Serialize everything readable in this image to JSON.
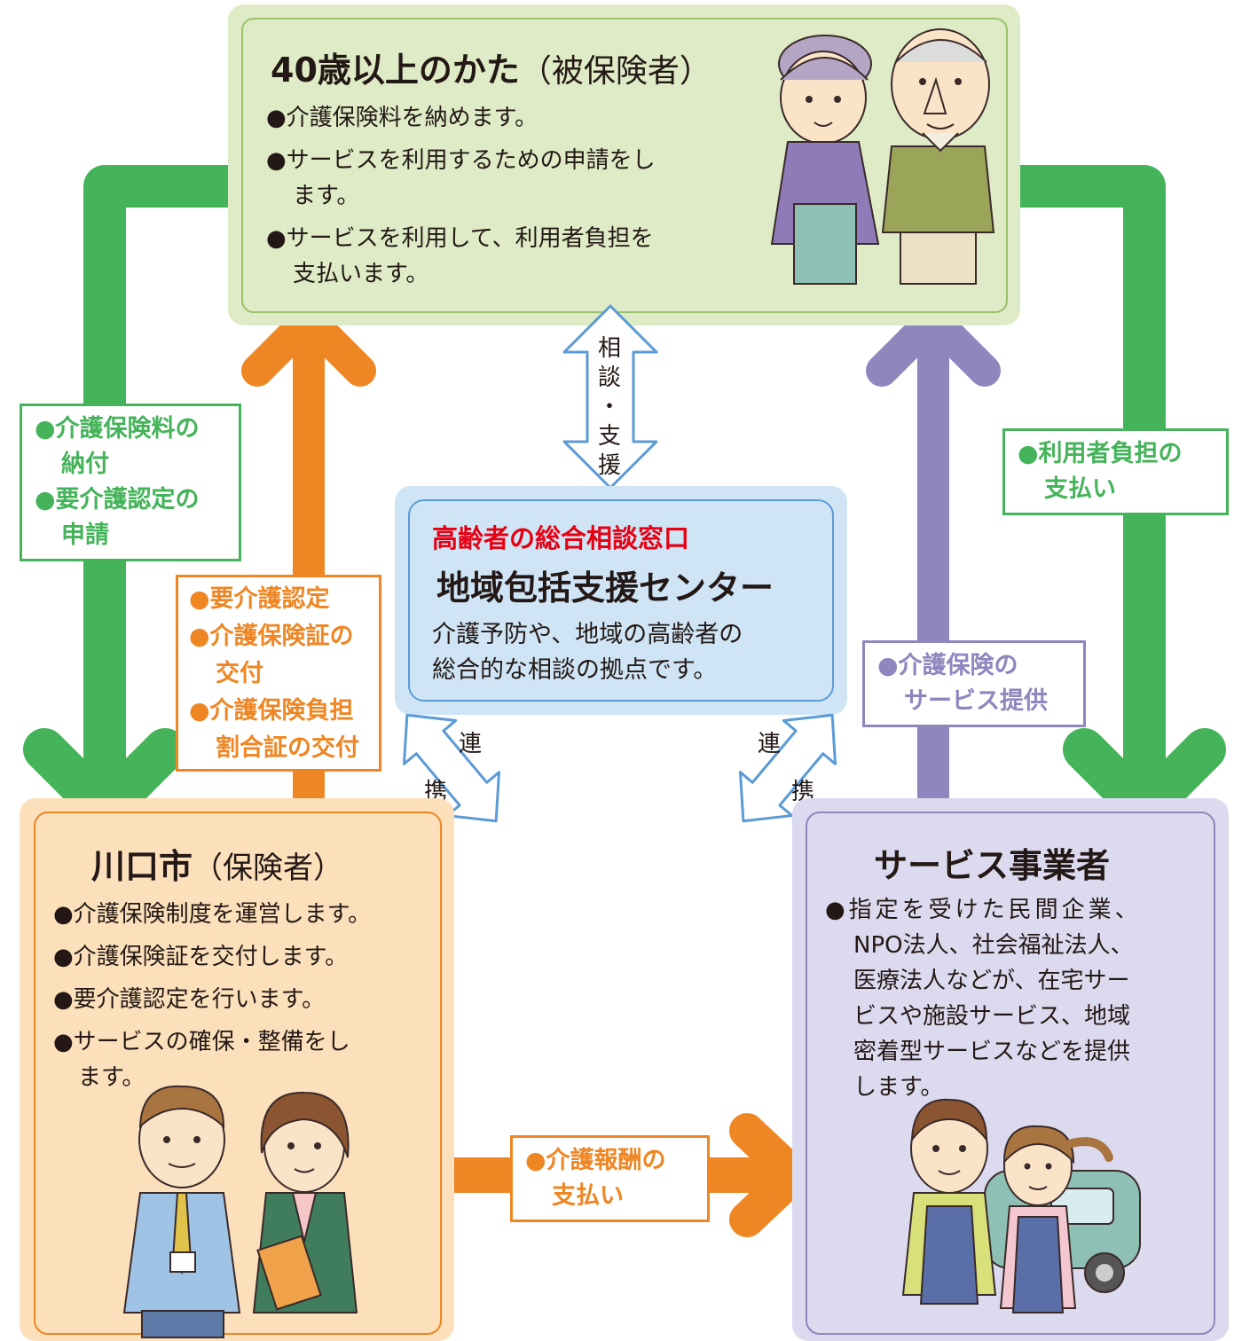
{
  "colors": {
    "green": "#45b35a",
    "orange": "#ee8624",
    "purple": "#8f86be",
    "red": "#e60012",
    "blue_border": "#5b9bd5"
  },
  "insured": {
    "title_bold": "40歳以上のかた",
    "title_normal": "（被保険者）",
    "items": [
      "●介護保険料を納めます。",
      "●サービスを利用するための申請をし",
      "ます。",
      "●サービスを利用して、利用者負担を",
      "支払います。"
    ]
  },
  "city": {
    "title_bold": "川口市",
    "title_normal": "（保険者）",
    "items": [
      "●介護保険制度を運営します。",
      "●介護保険証を交付します。",
      "●要介護認定を行います。",
      "●サービスの確保・整備をし",
      "ます。"
    ]
  },
  "provider": {
    "title": "サービス事業者",
    "items": [
      "●指定を受けた民間企業、",
      "NPO法人、社会福祉法人、",
      "医療法人などが、在宅サー",
      "ビスや施設サービス、地域",
      "密着型サービスなどを提供",
      "します。"
    ]
  },
  "center": {
    "subtitle": "高齢者の総合相談窓口",
    "title": "地域包括支援センター",
    "desc": [
      "介護予防や、地域の高齢者の",
      "総合的な相談の拠点です。"
    ]
  },
  "consult_arrow": [
    "相",
    "談",
    "・",
    "支",
    "援"
  ],
  "link_left": [
    "連",
    "携"
  ],
  "link_right": [
    "連",
    "携"
  ],
  "label_green_left": [
    "●介護保険料の",
    "納付",
    "●要介護認定の",
    "申請"
  ],
  "label_orange_left": [
    "●要介護認定",
    "●介護保険証の",
    "交付",
    "●介護保険負担",
    "割合証の交付"
  ],
  "label_green_right": [
    "●利用者負担の",
    "支払い"
  ],
  "label_purple_right": [
    "●介護保険の",
    "サービス提供"
  ],
  "label_payment": [
    "●介護報酬の",
    "支払い"
  ]
}
